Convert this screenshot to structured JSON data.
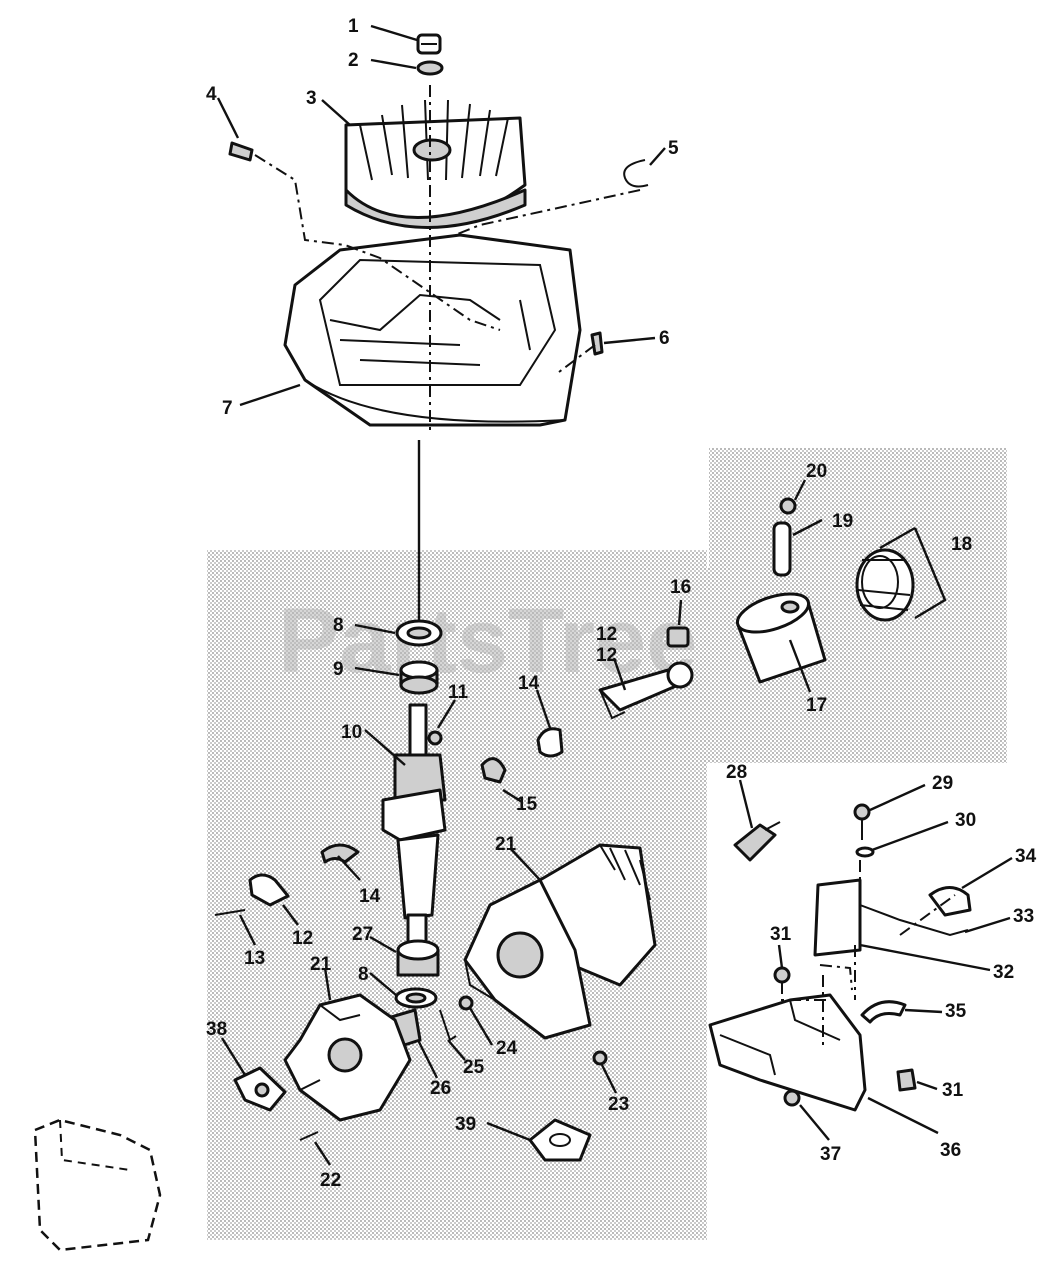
{
  "watermark": "PartsTree",
  "callouts": [
    "1",
    "2",
    "3",
    "4",
    "5",
    "6",
    "7",
    "8",
    "9",
    "10",
    "11",
    "12",
    "14",
    "15",
    "16",
    "12",
    "17",
    "18",
    "19",
    "20",
    "21",
    "14",
    "13",
    "12",
    "27",
    "8",
    "21",
    "24",
    "25",
    "26",
    "23",
    "38",
    "22",
    "39",
    "28",
    "29",
    "30",
    "34",
    "33",
    "31",
    "32",
    "35",
    "31",
    "37",
    "36"
  ]
}
